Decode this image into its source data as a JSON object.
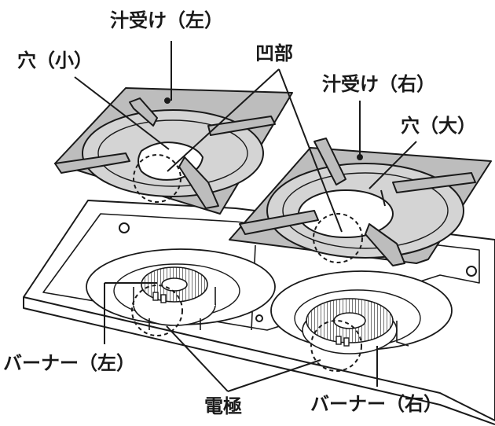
{
  "labels": {
    "drip_tray_left": "汁受け（左）",
    "hole_small": "穴（小）",
    "recess": "凹部",
    "drip_tray_right": "汁受け（右）",
    "hole_large": "穴（大）",
    "burner_left": "バーナー（左）",
    "electrode": "電極",
    "burner_right": "バーナー（右）"
  },
  "colors": {
    "line": "#1a1a1a",
    "tray_fill": "#bdbdbd",
    "tray_inner": "#d4d4d4",
    "stove_fill": "#ffffff"
  }
}
